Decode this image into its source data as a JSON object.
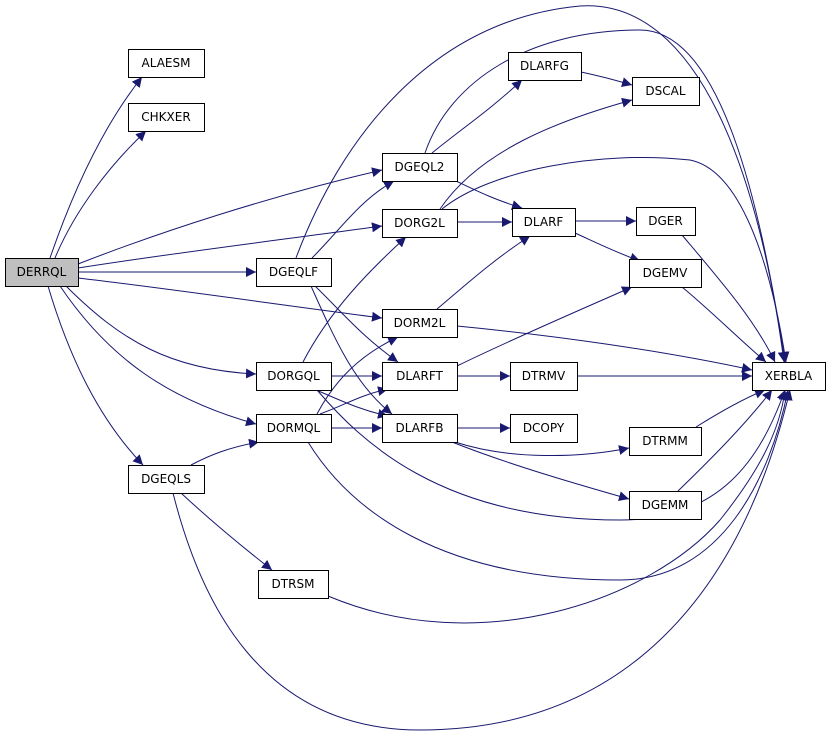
{
  "graph": {
    "edge_color": "#191970",
    "root_fill": "#bfbfbf",
    "nodes": [
      {
        "id": "DERRQL",
        "label": "DERRQL",
        "root": true
      },
      {
        "id": "ALAESM",
        "label": "ALAESM"
      },
      {
        "id": "CHKXER",
        "label": "CHKXER"
      },
      {
        "id": "DGEQL2",
        "label": "DGEQL2"
      },
      {
        "id": "DORG2L",
        "label": "DORG2L"
      },
      {
        "id": "DGEQLF",
        "label": "DGEQLF"
      },
      {
        "id": "DORM2L",
        "label": "DORM2L"
      },
      {
        "id": "DORGQL",
        "label": "DORGQL"
      },
      {
        "id": "DORMQL",
        "label": "DORMQL"
      },
      {
        "id": "DGEQLS",
        "label": "DGEQLS"
      },
      {
        "id": "DLARFG",
        "label": "DLARFG"
      },
      {
        "id": "DSCAL",
        "label": "DSCAL"
      },
      {
        "id": "DLARF",
        "label": "DLARF"
      },
      {
        "id": "DGER",
        "label": "DGER"
      },
      {
        "id": "DGEMV",
        "label": "DGEMV"
      },
      {
        "id": "DLARFT",
        "label": "DLARFT"
      },
      {
        "id": "DTRMV",
        "label": "DTRMV"
      },
      {
        "id": "DLARFB",
        "label": "DLARFB"
      },
      {
        "id": "DCOPY",
        "label": "DCOPY"
      },
      {
        "id": "DTRMM",
        "label": "DTRMM"
      },
      {
        "id": "DGEMM",
        "label": "DGEMM"
      },
      {
        "id": "DTRSM",
        "label": "DTRSM"
      },
      {
        "id": "XERBLA",
        "label": "XERBLA"
      }
    ],
    "edges": [
      {
        "from": "DERRQL",
        "to": "ALAESM"
      },
      {
        "from": "DERRQL",
        "to": "CHKXER"
      },
      {
        "from": "DERRQL",
        "to": "DGEQL2"
      },
      {
        "from": "DERRQL",
        "to": "DORG2L"
      },
      {
        "from": "DERRQL",
        "to": "DGEQLF"
      },
      {
        "from": "DERRQL",
        "to": "DORM2L"
      },
      {
        "from": "DERRQL",
        "to": "DORGQL"
      },
      {
        "from": "DERRQL",
        "to": "DORMQL"
      },
      {
        "from": "DERRQL",
        "to": "DGEQLS"
      },
      {
        "from": "DGEQLF",
        "to": "DGEQL2"
      },
      {
        "from": "DGEQLF",
        "to": "DLARFT"
      },
      {
        "from": "DGEQLF",
        "to": "DLARFB"
      },
      {
        "from": "DGEQLF",
        "to": "XERBLA"
      },
      {
        "from": "DORGQL",
        "to": "DORG2L"
      },
      {
        "from": "DORGQL",
        "to": "DLARFT"
      },
      {
        "from": "DORGQL",
        "to": "DLARFB"
      },
      {
        "from": "DORGQL",
        "to": "XERBLA"
      },
      {
        "from": "DORMQL",
        "to": "DORM2L"
      },
      {
        "from": "DORMQL",
        "to": "DLARFT"
      },
      {
        "from": "DORMQL",
        "to": "DLARFB"
      },
      {
        "from": "DORMQL",
        "to": "XERBLA"
      },
      {
        "from": "DGEQLS",
        "to": "DORMQL"
      },
      {
        "from": "DGEQLS",
        "to": "DTRSM"
      },
      {
        "from": "DGEQLS",
        "to": "XERBLA"
      },
      {
        "from": "DGEQL2",
        "to": "DLARFG"
      },
      {
        "from": "DGEQL2",
        "to": "DLARF"
      },
      {
        "from": "DGEQL2",
        "to": "XERBLA"
      },
      {
        "from": "DORG2L",
        "to": "DSCAL"
      },
      {
        "from": "DORG2L",
        "to": "DLARF"
      },
      {
        "from": "DORG2L",
        "to": "XERBLA"
      },
      {
        "from": "DORM2L",
        "to": "DLARF"
      },
      {
        "from": "DORM2L",
        "to": "XERBLA"
      },
      {
        "from": "DLARFG",
        "to": "DSCAL"
      },
      {
        "from": "DLARF",
        "to": "DGER"
      },
      {
        "from": "DLARF",
        "to": "DGEMV"
      },
      {
        "from": "DLARFT",
        "to": "DTRMV"
      },
      {
        "from": "DLARFT",
        "to": "DGEMV"
      },
      {
        "from": "DLARFB",
        "to": "DCOPY"
      },
      {
        "from": "DLARFB",
        "to": "DTRMM"
      },
      {
        "from": "DLARFB",
        "to": "DGEMM"
      },
      {
        "from": "DGER",
        "to": "XERBLA"
      },
      {
        "from": "DGEMV",
        "to": "XERBLA"
      },
      {
        "from": "DTRMV",
        "to": "XERBLA"
      },
      {
        "from": "DTRMM",
        "to": "XERBLA"
      },
      {
        "from": "DGEMM",
        "to": "XERBLA"
      },
      {
        "from": "DTRSM",
        "to": "XERBLA"
      }
    ]
  }
}
